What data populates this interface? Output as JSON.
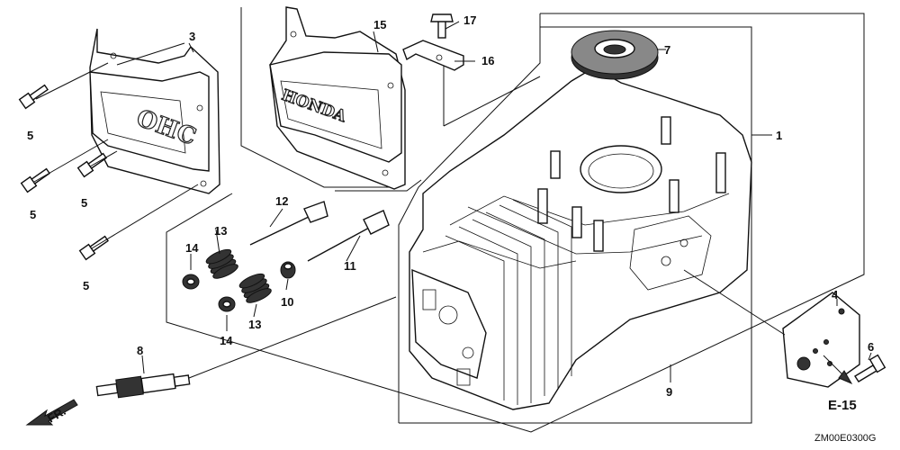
{
  "diagram": {
    "callouts": {
      "c1": "1",
      "c3": "3",
      "c4": "4",
      "c5a": "5",
      "c5b": "5",
      "c5c": "5",
      "c5d": "5",
      "c6": "6",
      "c7": "7",
      "c8": "8",
      "c9": "9",
      "c10": "10",
      "c11": "11",
      "c12": "12",
      "c13a": "13",
      "c13b": "13",
      "c14a": "14",
      "c14b": "14",
      "c15": "15",
      "c16": "16",
      "c17": "17"
    },
    "emblems": {
      "cover_a": "OHC",
      "cover_b": "HONDA"
    },
    "direction_label": "FR.",
    "reference": "E-15",
    "diagram_code": "ZM00E0300G"
  }
}
